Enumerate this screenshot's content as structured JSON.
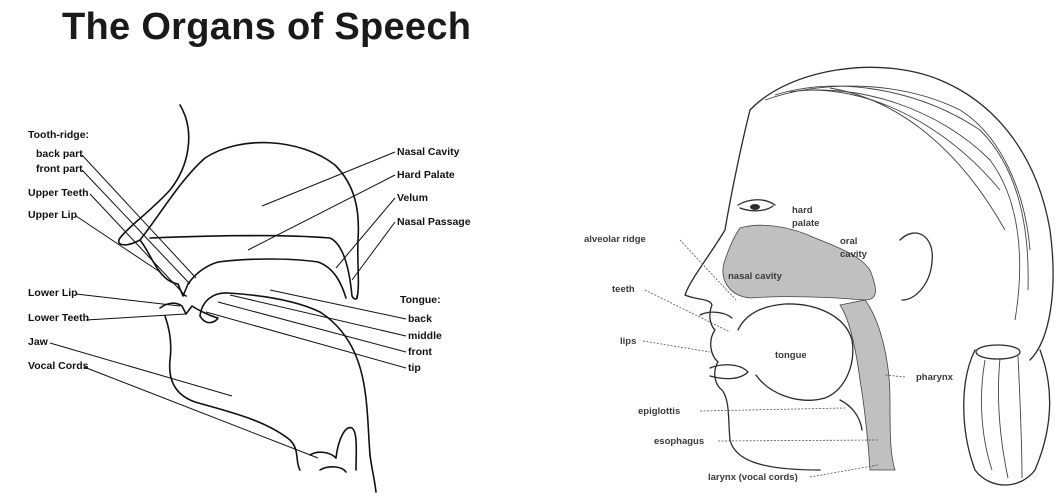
{
  "title": "The Organs of Speech",
  "left_diagram": {
    "labels": {
      "tooth_ridge": "Tooth-ridge:",
      "back_part": "back part",
      "front_part": "front part",
      "upper_teeth": "Upper Teeth",
      "upper_lip": "Upper Lip",
      "lower_lip": "Lower Lip",
      "lower_teeth": "Lower Teeth",
      "jaw": "Jaw",
      "vocal_cords": "Vocal Cords",
      "nasal_cavity": "Nasal Cavity",
      "hard_palate": "Hard Palate",
      "velum": "Velum",
      "nasal_passage": "Nasal Passage",
      "tongue": "Tongue:",
      "back": "back",
      "middle": "middle",
      "front": "front",
      "tip": "tip"
    }
  },
  "right_diagram": {
    "labels": {
      "hard_palate_1": "hard",
      "hard_palate_2": "palate",
      "oral_cavity_1": "oral",
      "oral_cavity_2": "cavity",
      "alveolar_ridge": "alveolar ridge",
      "nasal_cavity": "nasal cavity",
      "teeth": "teeth",
      "lips": "lips",
      "tongue": "tongue",
      "pharynx": "pharynx",
      "epiglottis": "epiglottis",
      "esophagus": "esophagus",
      "larynx": "larynx (vocal cords)"
    }
  }
}
